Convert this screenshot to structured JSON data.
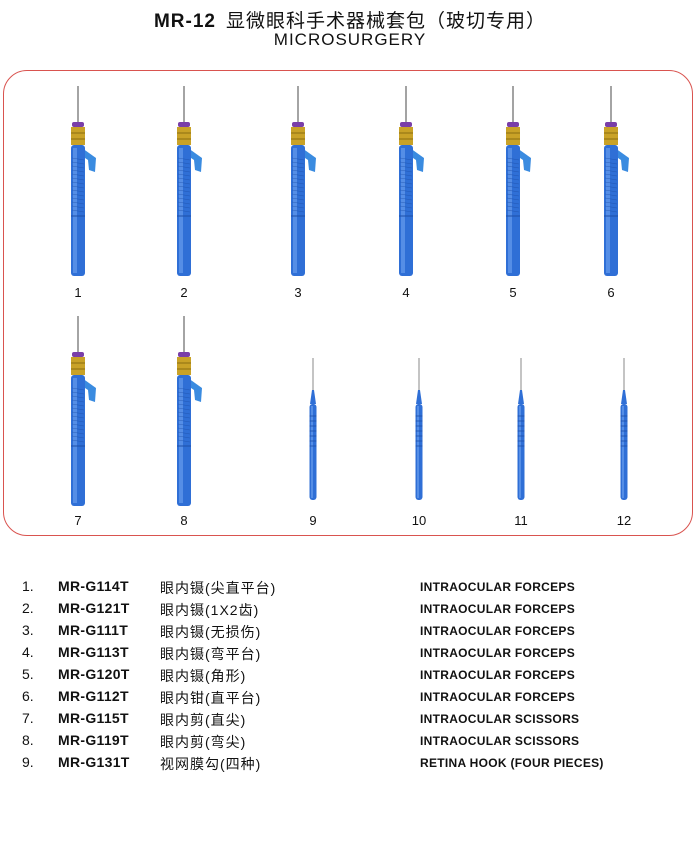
{
  "header": {
    "code": "MR-12",
    "title_cn": "显微眼科手术器械套包（玻切专用）",
    "subtitle": "MICROSURGERY"
  },
  "colors": {
    "panel_border": "#d9534f",
    "instrument_blue": "#2f6fd6",
    "instrument_dark": "#1d4fa8",
    "collar_gold": "#c9a227",
    "ring_purple": "#7a3ea8",
    "lever_blue": "#3a8be0"
  },
  "instruments": [
    {
      "label": "1",
      "kind": "forceps"
    },
    {
      "label": "2",
      "kind": "forceps"
    },
    {
      "label": "3",
      "kind": "forceps"
    },
    {
      "label": "4",
      "kind": "forceps"
    },
    {
      "label": "5",
      "kind": "forceps"
    },
    {
      "label": "6",
      "kind": "forceps"
    },
    {
      "label": "7",
      "kind": "scissors"
    },
    {
      "label": "8",
      "kind": "scissors"
    },
    {
      "label": "9",
      "kind": "hook"
    },
    {
      "label": "10",
      "kind": "hook"
    },
    {
      "label": "11",
      "kind": "hook"
    },
    {
      "label": "12",
      "kind": "hook"
    }
  ],
  "items": [
    {
      "no": "1.",
      "code": "MR-G114T",
      "cn": "眼内镊(尖直平台)",
      "en": "INTRAOCULAR FORCEPS"
    },
    {
      "no": "2.",
      "code": "MR-G121T",
      "cn": "眼内镊(1X2齿)",
      "en": "INTRAOCULAR FORCEPS"
    },
    {
      "no": "3.",
      "code": "MR-G111T",
      "cn": "眼内镊(无损伤)",
      "en": "INTRAOCULAR FORCEPS"
    },
    {
      "no": "4.",
      "code": "MR-G113T",
      "cn": "眼内镊(弯平台)",
      "en": "INTRAOCULAR FORCEPS"
    },
    {
      "no": "5.",
      "code": "MR-G120T",
      "cn": "眼内镊(角形)",
      "en": "INTRAOCULAR FORCEPS"
    },
    {
      "no": "6.",
      "code": "MR-G112T",
      "cn": "眼内钳(直平台)",
      "en": "INTRAOCULAR FORCEPS"
    },
    {
      "no": "7.",
      "code": "MR-G115T",
      "cn": "眼内剪(直尖)",
      "en": "INTRAOCULAR SCISSORS"
    },
    {
      "no": "8.",
      "code": "MR-G119T",
      "cn": "眼内剪(弯尖)",
      "en": "INTRAOCULAR SCISSORS"
    },
    {
      "no": "9.",
      "code": "MR-G131T",
      "cn": "视网膜勾(四种)",
      "en": "RETINA HOOK (FOUR PIECES)"
    }
  ]
}
